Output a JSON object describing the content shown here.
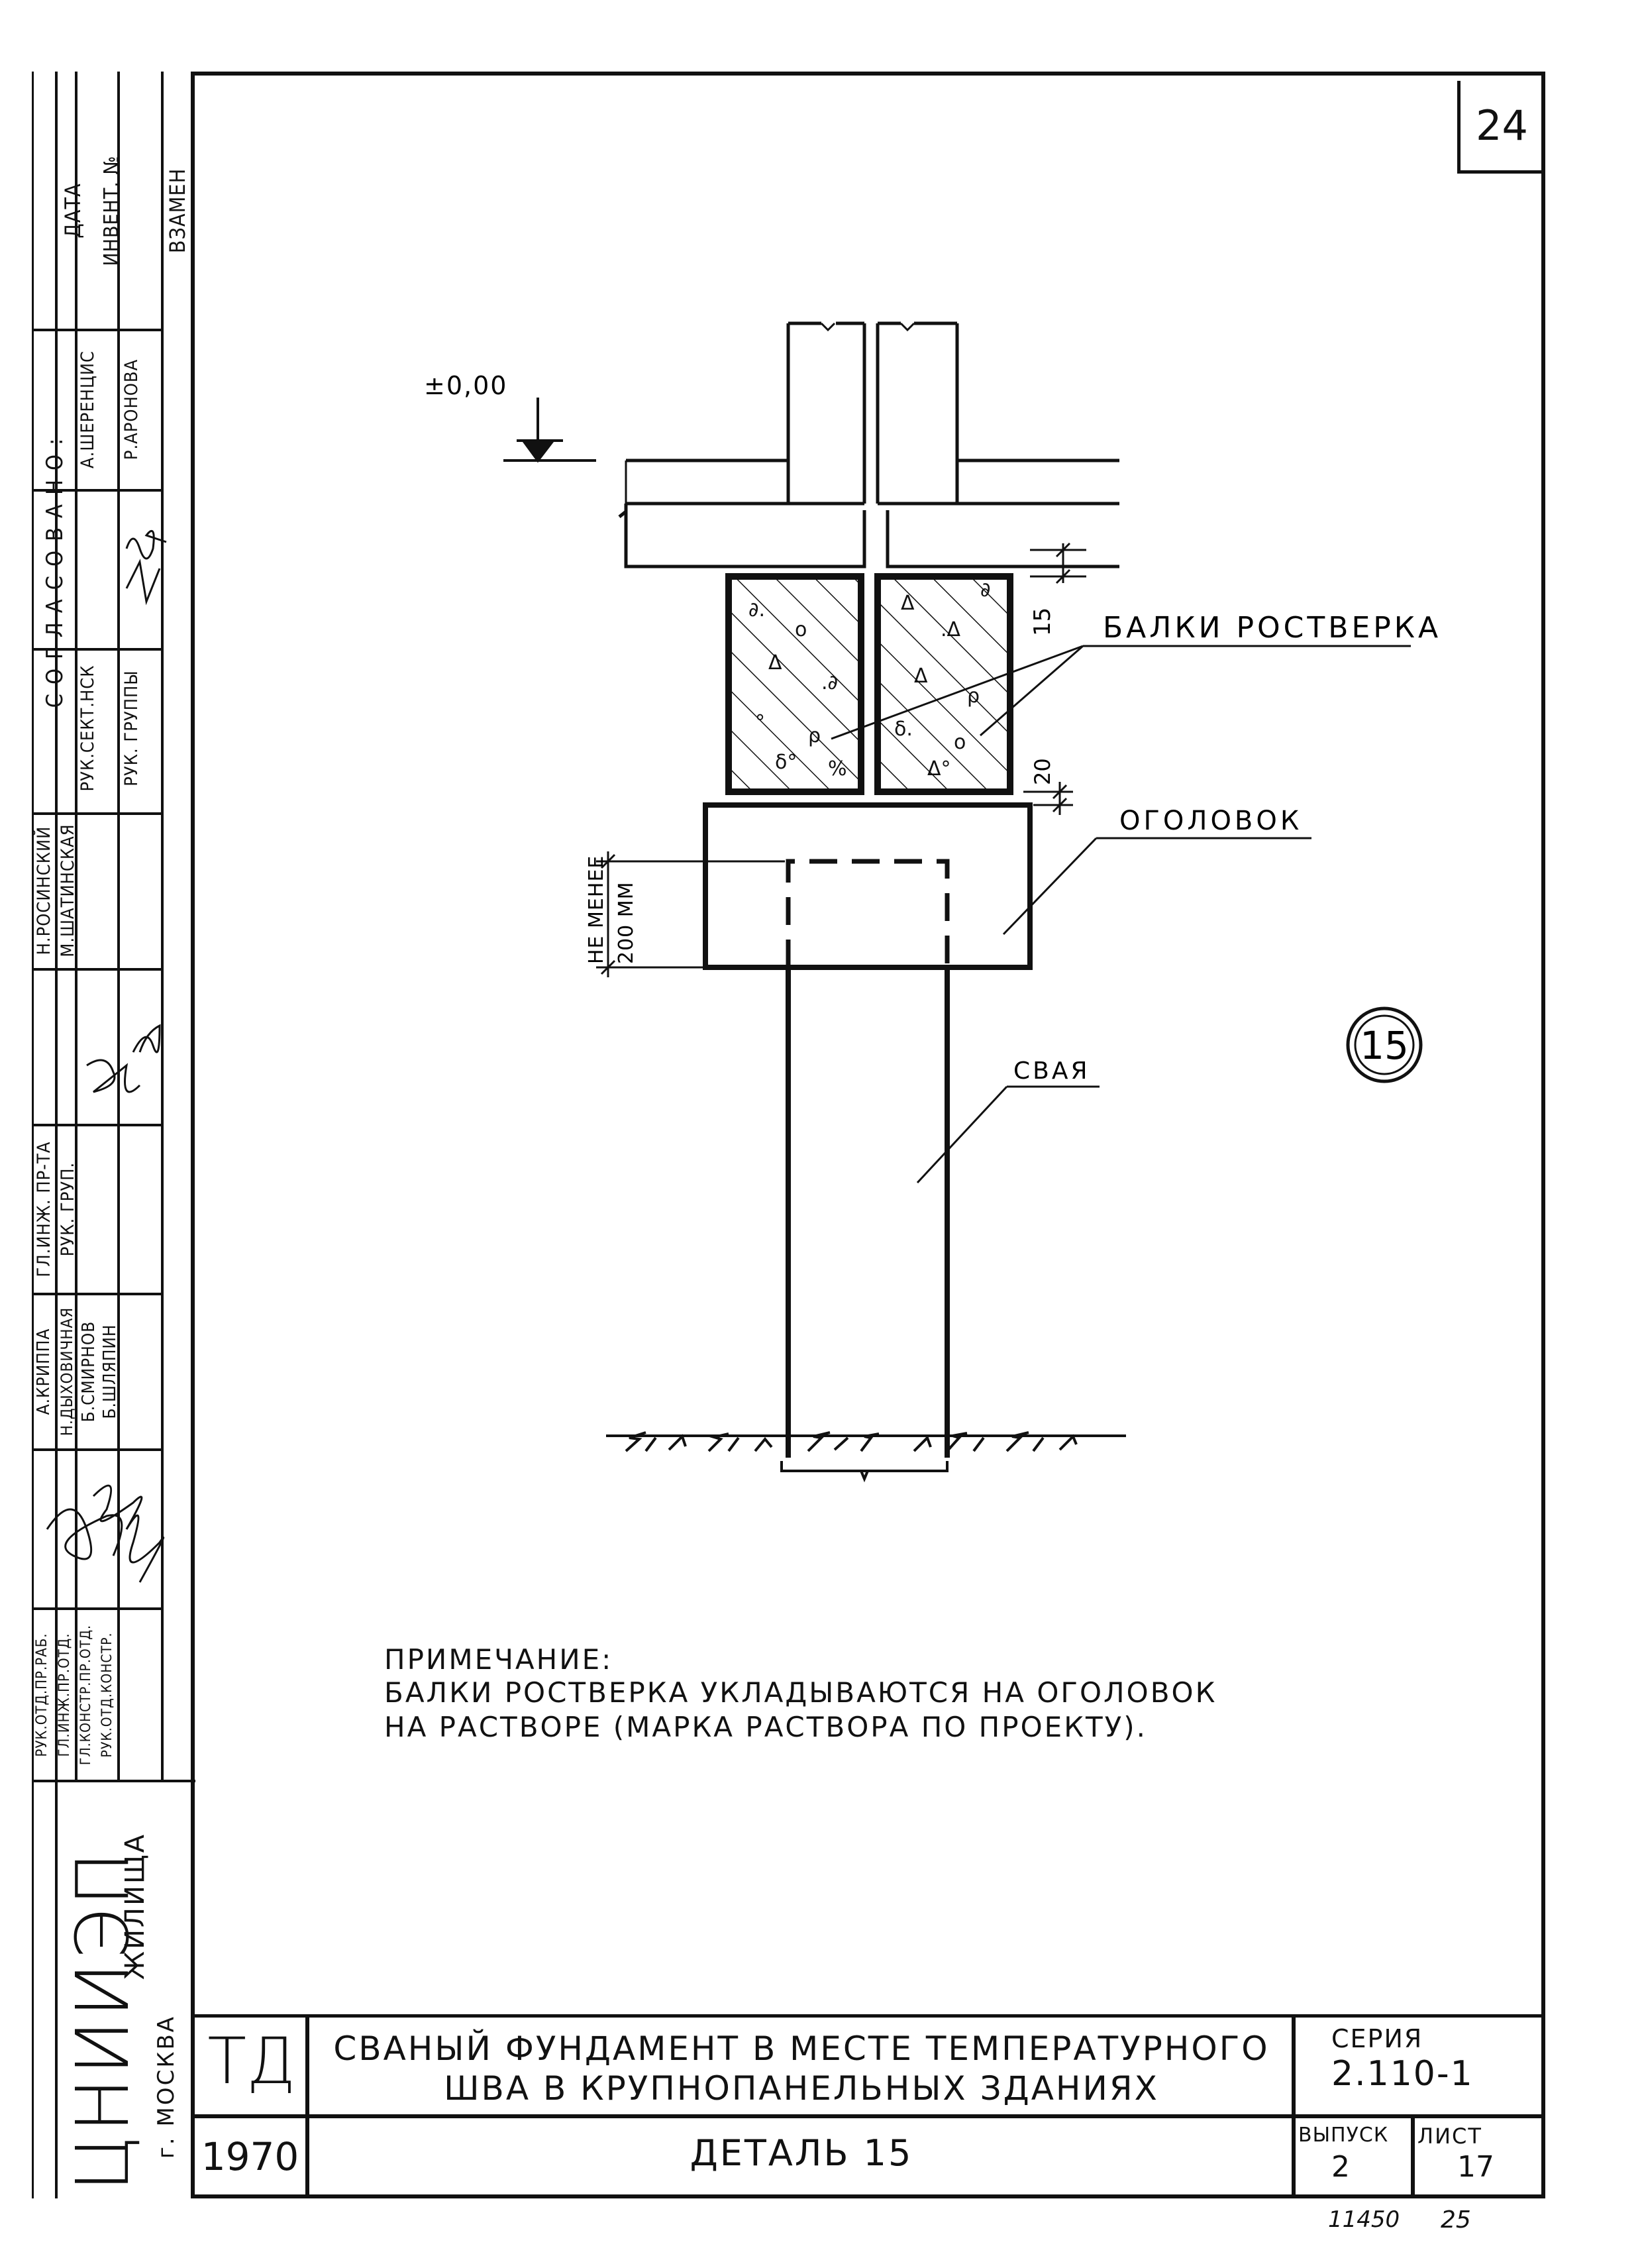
{
  "sheet_number": "24",
  "sidebar": {
    "org_name": "ЦНИИЭП",
    "org_suffix": "ЖИЛИЩА",
    "city": "г. МОСКВА",
    "header_date": "ДАТА",
    "header_invent": "ИНВЕНТ. №",
    "header_vzamen": "ВЗАМЕН",
    "agreed": "СОГЛАСОВАНО:",
    "agreed_roles": [
      "РУК.СЕКТ.НСК",
      "РУК. ГРУППЫ"
    ],
    "agreed_names": [
      "А.ШЕРЕНЦИС",
      "Р.АРОНОВА"
    ],
    "row_gi_name_top": "Н.РОСИНСКИЙ",
    "row_gi_name_bottom": "М.ШАТИНСКАЯ",
    "row_gi_role_top": "ГЛ.ИНЖ. ПР-ТА",
    "row_gi_role_bottom": "РУК. ГРУП.",
    "names_col": [
      "А.КРИППА",
      "Н.ДЫХОВИЧНАЯ",
      "Б.СМИРНОВ",
      "Б.ШЛЯПИН"
    ],
    "roles_col": [
      "РУК.ОТД.ПР.РАБ.",
      "ГЛ.ИНЖ.ПР.ОТД.",
      "ГЛ.КОНСТР.ПР.ОТД.",
      "РУК.ОТД.КОНСТР."
    ]
  },
  "drawing": {
    "level_mark": "±0,00",
    "label_beams": "БАЛКИ РОСТВЕРКА",
    "label_cap": "ОГОЛОВОК",
    "label_pile": "СВАЯ",
    "dim_15": "15",
    "dim_20": "20",
    "dim_min_1": "НЕ МЕНЕЕ",
    "dim_min_2": "200 ММ",
    "detail_number": "15"
  },
  "note": {
    "heading": "ПРИМЕЧАНИЕ:",
    "line1": "БАЛКИ РОСТВЕРКА УКЛАДЫВАЮТСЯ НА ОГОЛОВОК",
    "line2": "НА РАСТВОРЕ (МАРКА РАСТВОРА ПО ПРОЕКТУ)."
  },
  "title_block": {
    "code": "ТД",
    "year": "1970",
    "title_line1": "СВАНЫЙ ФУНДАМЕНТ В МЕСТЕ ТЕМПЕРАТУРНОГО",
    "title_line2": "ШВА В КРУПНОПАНЕЛЬНЫХ ЗДАНИЯХ",
    "detail": "ДЕТАЛЬ 15",
    "series_label": "СЕРИЯ",
    "series_value": "2.110-1",
    "issue_label": "ВЫПУСК",
    "issue_value": "2",
    "sheet_label": "ЛИСТ",
    "sheet_value": "17"
  },
  "footer": {
    "left_number": "11450",
    "right_number": "25"
  }
}
